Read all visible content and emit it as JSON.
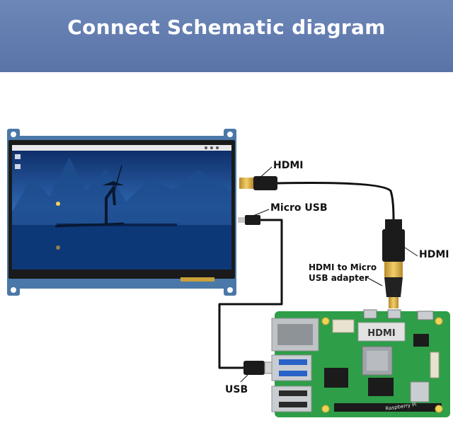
{
  "header": {
    "title": "Connect Schematic diagram"
  },
  "labels": {
    "hdmi_display": "HDMI",
    "micro_usb": "Micro USB",
    "hdmi_pi": "HDMI",
    "adapter_line1": "HDMI to Micro",
    "adapter_line2": "USB adapter",
    "usb": "USB",
    "hdmi_chip": "HDMI",
    "brand": "Raspberry Pi"
  },
  "colors": {
    "banner": "#5f78ad",
    "screen_frame": "#1a1a1a",
    "pcb_display": "#4a78a8",
    "pi_board": "#2e9e48",
    "cable": "#111111"
  }
}
